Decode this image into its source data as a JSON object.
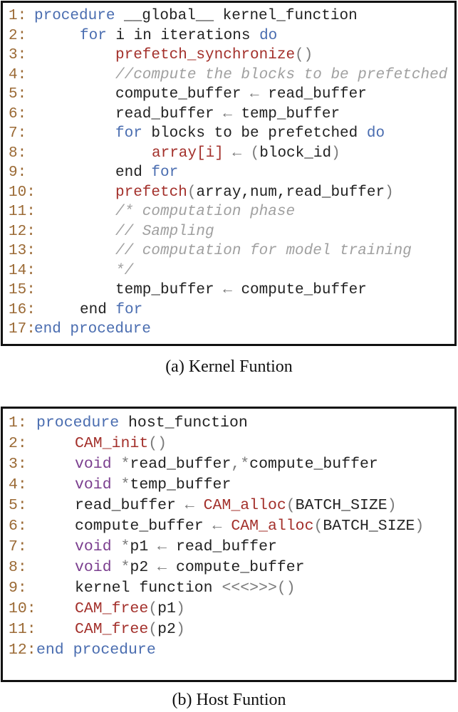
{
  "figures": {
    "kernel": {
      "caption": "(a) Kernel Funtion",
      "lines": [
        {
          "num": "1:",
          "indent": 0,
          "tokens": [
            {
              "t": "procedure",
              "c": "kw"
            },
            {
              "t": " __global__ kernel_function",
              "c": "id"
            }
          ]
        },
        {
          "num": "2:",
          "indent": 1,
          "tokens": [
            {
              "t": "for",
              "c": "kw"
            },
            {
              "t": " i in iterations ",
              "c": "id"
            },
            {
              "t": "do",
              "c": "kw"
            }
          ]
        },
        {
          "num": "3:",
          "indent": 2,
          "tokens": [
            {
              "t": "prefetch_synchronize",
              "c": "fn"
            },
            {
              "t": "()",
              "c": "pn"
            }
          ]
        },
        {
          "num": "4:",
          "indent": 2,
          "tokens": [
            {
              "t": "//compute the blocks to be prefetched",
              "c": "cm"
            }
          ]
        },
        {
          "num": "5:",
          "indent": 2,
          "tokens": [
            {
              "t": "compute_buffer ",
              "c": "id"
            },
            {
              "t": "←",
              "c": "pn"
            },
            {
              "t": " read_buffer",
              "c": "id"
            }
          ]
        },
        {
          "num": "6:",
          "indent": 2,
          "tokens": [
            {
              "t": "read_buffer ",
              "c": "id"
            },
            {
              "t": "←",
              "c": "pn"
            },
            {
              "t": " temp_buffer",
              "c": "id"
            }
          ]
        },
        {
          "num": "7:",
          "indent": 2,
          "tokens": [
            {
              "t": "for",
              "c": "kw"
            },
            {
              "t": " blocks to be prefetched ",
              "c": "id"
            },
            {
              "t": "do",
              "c": "kw"
            }
          ]
        },
        {
          "num": "8:",
          "indent": 3,
          "tokens": [
            {
              "t": "array[i]",
              "c": "fn"
            },
            {
              "t": " ← ",
              "c": "pn"
            },
            {
              "t": "(",
              "c": "pn"
            },
            {
              "t": "block_id",
              "c": "id"
            },
            {
              "t": ")",
              "c": "pn"
            }
          ]
        },
        {
          "num": "9:",
          "indent": 2,
          "tokens": [
            {
              "t": "end ",
              "c": "id"
            },
            {
              "t": "for",
              "c": "kw"
            }
          ]
        },
        {
          "num": "10:",
          "indent": 2,
          "tokens": [
            {
              "t": "prefetch",
              "c": "fn"
            },
            {
              "t": "(",
              "c": "pn"
            },
            {
              "t": "array,num,read_buffer",
              "c": "id"
            },
            {
              "t": ")",
              "c": "pn"
            }
          ]
        },
        {
          "num": "11:",
          "indent": 2,
          "tokens": [
            {
              "t": "/* computation phase",
              "c": "cm"
            }
          ]
        },
        {
          "num": "12:",
          "indent": 2,
          "tokens": [
            {
              "t": "// Sampling",
              "c": "cm"
            }
          ]
        },
        {
          "num": "13:",
          "indent": 2,
          "tokens": [
            {
              "t": "// computation for model training",
              "c": "cm"
            }
          ]
        },
        {
          "num": "14:",
          "indent": 2,
          "tokens": [
            {
              "t": "*/",
              "c": "cm"
            }
          ]
        },
        {
          "num": "15:",
          "indent": 2,
          "tokens": [
            {
              "t": "temp_buffer ",
              "c": "id"
            },
            {
              "t": "←",
              "c": "pn"
            },
            {
              "t": " compute_buffer",
              "c": "id"
            }
          ]
        },
        {
          "num": "16:",
          "indent": 1,
          "tokens": [
            {
              "t": "end ",
              "c": "id"
            },
            {
              "t": "for",
              "c": "kw"
            }
          ]
        },
        {
          "num": "17:",
          "indent": 0,
          "tokens": [
            {
              "t": "end procedure",
              "c": "kw"
            }
          ]
        }
      ]
    },
    "host": {
      "caption": "(b) Host Funtion",
      "lines": [
        {
          "num": "1:",
          "indent": 0,
          "tokens": [
            {
              "t": "procedure",
              "c": "kw"
            },
            {
              "t": " host_function",
              "c": "id"
            }
          ]
        },
        {
          "num": "2:",
          "indent": 1,
          "tokens": [
            {
              "t": "CAM_init",
              "c": "fn"
            },
            {
              "t": "()",
              "c": "pn"
            }
          ]
        },
        {
          "num": "3:",
          "indent": 1,
          "tokens": [
            {
              "t": "void",
              "c": "ty"
            },
            {
              "t": " *",
              "c": "pn"
            },
            {
              "t": "read_buffer",
              "c": "id"
            },
            {
              "t": ",*",
              "c": "pn"
            },
            {
              "t": "compute_buffer",
              "c": "id"
            }
          ]
        },
        {
          "num": "4:",
          "indent": 1,
          "tokens": [
            {
              "t": "void",
              "c": "ty"
            },
            {
              "t": " *",
              "c": "pn"
            },
            {
              "t": "temp_buffer",
              "c": "id"
            }
          ]
        },
        {
          "num": "5:",
          "indent": 1,
          "tokens": [
            {
              "t": "read_buffer ",
              "c": "id"
            },
            {
              "t": "←",
              "c": "pn"
            },
            {
              "t": " ",
              "c": "id"
            },
            {
              "t": "CAM_alloc",
              "c": "fn"
            },
            {
              "t": "(",
              "c": "pn"
            },
            {
              "t": "BATCH_SIZE",
              "c": "id"
            },
            {
              "t": ")",
              "c": "pn"
            }
          ]
        },
        {
          "num": "6:",
          "indent": 1,
          "tokens": [
            {
              "t": "compute_buffer ",
              "c": "id"
            },
            {
              "t": "←",
              "c": "pn"
            },
            {
              "t": " ",
              "c": "id"
            },
            {
              "t": "CAM_alloc",
              "c": "fn"
            },
            {
              "t": "(",
              "c": "pn"
            },
            {
              "t": "BATCH_SIZE",
              "c": "id"
            },
            {
              "t": ")",
              "c": "pn"
            }
          ]
        },
        {
          "num": "7:",
          "indent": 1,
          "tokens": [
            {
              "t": "void",
              "c": "ty"
            },
            {
              "t": " *",
              "c": "pn"
            },
            {
              "t": "p1 ",
              "c": "id"
            },
            {
              "t": "←",
              "c": "pn"
            },
            {
              "t": " read_buffer",
              "c": "id"
            }
          ]
        },
        {
          "num": "8:",
          "indent": 1,
          "tokens": [
            {
              "t": "void",
              "c": "ty"
            },
            {
              "t": " *",
              "c": "pn"
            },
            {
              "t": "p2 ",
              "c": "id"
            },
            {
              "t": "←",
              "c": "pn"
            },
            {
              "t": " compute_buffer",
              "c": "id"
            }
          ]
        },
        {
          "num": "9:",
          "indent": 1,
          "tokens": [
            {
              "t": "kernel function ",
              "c": "id"
            },
            {
              "t": "<<<>>>()",
              "c": "pn"
            }
          ]
        },
        {
          "num": "10:",
          "indent": 1,
          "tokens": [
            {
              "t": "CAM_free",
              "c": "fn"
            },
            {
              "t": "(",
              "c": "pn"
            },
            {
              "t": "p1",
              "c": "id"
            },
            {
              "t": ")",
              "c": "pn"
            }
          ]
        },
        {
          "num": "11:",
          "indent": 1,
          "tokens": [
            {
              "t": "CAM_free",
              "c": "fn"
            },
            {
              "t": "(",
              "c": "pn"
            },
            {
              "t": "p2",
              "c": "id"
            },
            {
              "t": ")",
              "c": "pn"
            }
          ]
        },
        {
          "num": "12:",
          "indent": 0,
          "tokens": [
            {
              "t": "end procedure",
              "c": "kw"
            }
          ]
        }
      ]
    }
  }
}
